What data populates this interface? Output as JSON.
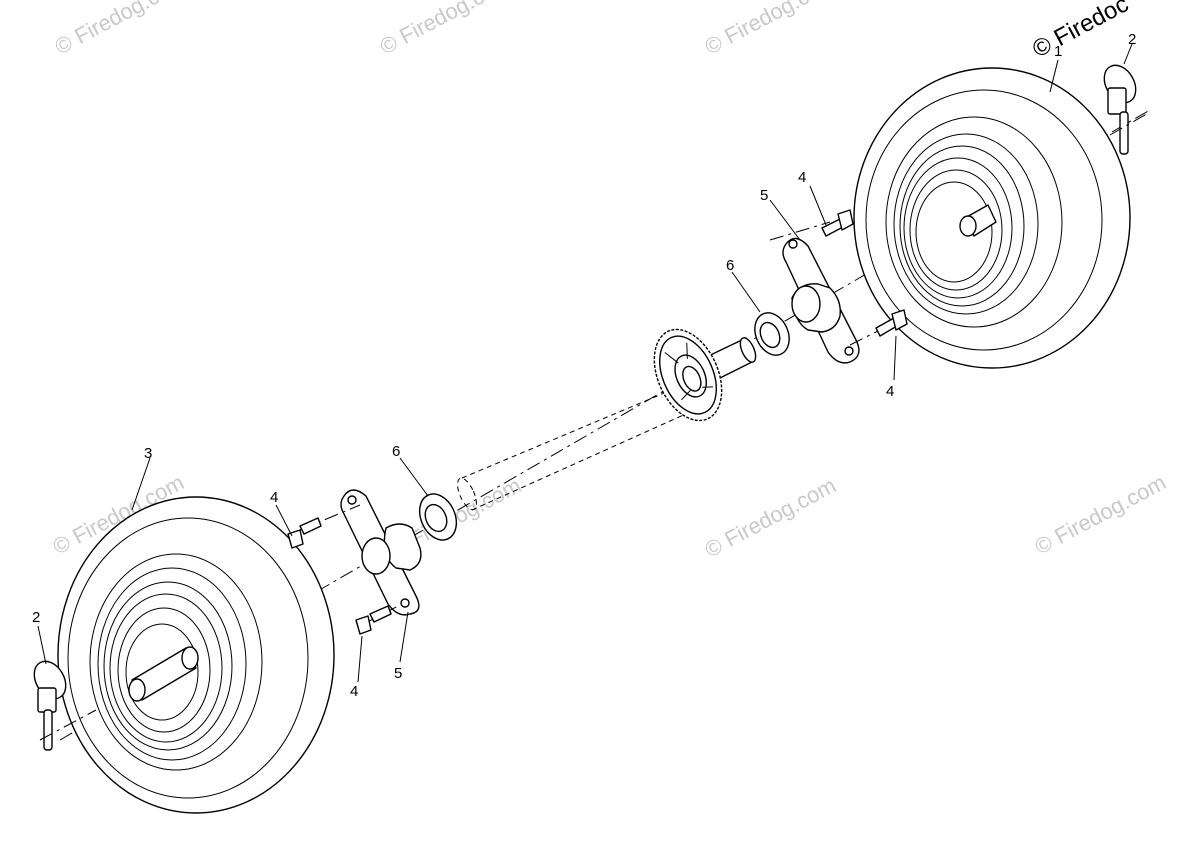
{
  "callouts": {
    "wheel_right": "1",
    "pin_right": "2",
    "pin_left": "2",
    "wheel_left": "3",
    "bolt_right_top": "4",
    "bolt_right_bottom": "4",
    "bolt_left_top": "4",
    "bolt_left_bottom": "4",
    "bearing_right": "5",
    "bearing_left": "5",
    "washer_right": "6",
    "washer_left": "6"
  },
  "watermark": {
    "text": "© Firedog.com",
    "corner_text": "© Firedoc"
  },
  "colors": {
    "line": "#000000",
    "watermark": "#c9c9c9",
    "background": "#ffffff"
  }
}
